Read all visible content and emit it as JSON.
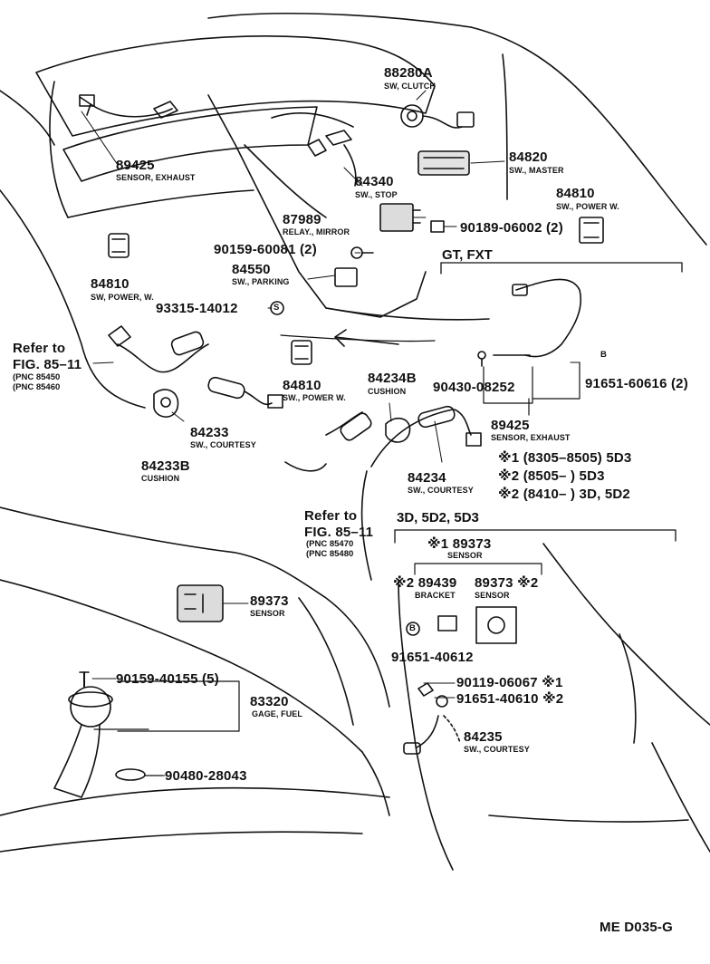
{
  "labels": {
    "p88280A": "88280A",
    "d88280A": "SW, CLUTCH",
    "p89425a": "89425",
    "d89425a": "SENSOR, EXHAUST",
    "p84820": "84820",
    "d84820": "SW., MASTER",
    "p84340": "84340",
    "d84340": "SW., STOP",
    "p84810a": "84810",
    "d84810a": "SW., POWER W.",
    "p87989": "87989",
    "d87989": "RELAY., MIRROR",
    "p90189": "90189-06002 (2)",
    "p90159a": "90159-60081 (2)",
    "gtfxt": "GT, FXT",
    "p84810b": "84810",
    "d84810b": "SW, POWER, W.",
    "p84550": "84550",
    "d84550": "SW., PARKING",
    "p93315": "93315-14012",
    "refer1": "Refer to",
    "fig1": "FIG. 85–11",
    "pnc1a": "(PNC 85450",
    "pnc1b": "(PNC 85460",
    "p84810c": "84810",
    "d84810c": "SW., POWER W.",
    "p84234B": "84234B",
    "d84234B": "CUSHION",
    "p90430": "90430-08252",
    "p91651a": "91651-60616 (2)",
    "p84233": "84233",
    "d84233": "SW., COURTESY",
    "p89425b": "89425",
    "d89425b": "SENSOR, EXHAUST",
    "note1": "※1 (8305–8505) 5D3",
    "note2": "※2 (8505–        ) 5D3",
    "note3": "※2 (8410–        ) 3D, 5D2",
    "p84233B": "84233B",
    "d84233B": "CUSHION",
    "p84234": "84234",
    "d84234": "SW., COURTESY",
    "refer2": "Refer to",
    "fig2": "FIG. 85–11",
    "pnc2a": "(PNC 85470",
    "pnc2b": "(PNC 85480",
    "variant": "3D, 5D2, 5D3",
    "p89373a": "※1 89373",
    "d89373a": "SENSOR",
    "p89439": "※2 89439",
    "d89439": "BRACKET",
    "p89373b": "89373 ※2",
    "d89373b": "SENSOR",
    "p89373c": "89373",
    "d89373c": "SENSOR",
    "p91651b": "91651-40612",
    "p90159b": "90159-40155 (5)",
    "p83320": "83320",
    "d83320": "GAGE, FUEL",
    "p90480": "90480-28043",
    "p90119": "90119-06067 ※1",
    "p91651c": "91651-40610 ※2",
    "p84235": "84235",
    "d84235": "SW., COURTESY",
    "figcode": "ME D035-G",
    "markB": "B",
    "markS": "S"
  },
  "colors": {
    "ink": "#111111",
    "paper": "#ffffff"
  }
}
